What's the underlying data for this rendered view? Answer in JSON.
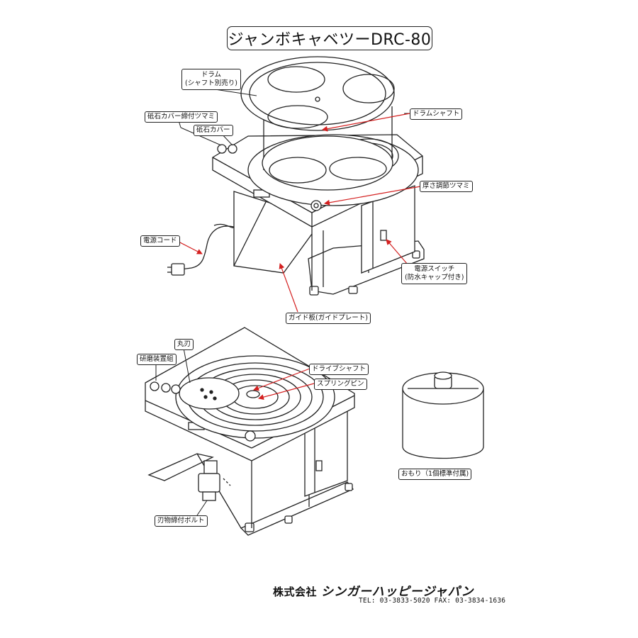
{
  "title": "ジャンボキャベツーDRC-80",
  "labels": {
    "drum_line1": "ドラム",
    "drum_line2": "(シャフト別売り)",
    "drum_shaft": "ドラムシャフト",
    "whetstone_cover_knob": "砥石カバー締付ツマミ",
    "whetstone_cover": "砥石カバー",
    "thickness_knob": "厚さ調節ツマミ",
    "power_cord": "電源コード",
    "power_switch_line1": "電源スイッチ",
    "power_switch_line2": "(防水キャップ付き)",
    "guide_plate": "ガイド板(ガイドプレート)",
    "round_blade": "丸刃",
    "grinder_set": "研磨装置組",
    "drive_shaft": "ドライブシャフト",
    "spring_pin": "スプリングピン",
    "blade_bolt": "刃物締付ボルト",
    "weight": "おもり（1個標準付属)"
  },
  "footer": {
    "company_prefix": "株式会社",
    "company_name": "シンガーハッピージャパン",
    "contact": "TEL: 03-3833-5020 FAX: 03-3834-1636"
  },
  "colors": {
    "line": "#222222",
    "arrow": "#d42020",
    "background": "#ffffff"
  }
}
